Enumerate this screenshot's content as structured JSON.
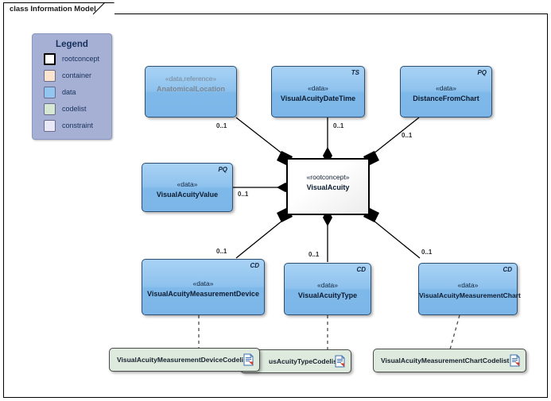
{
  "diagram": {
    "title": "class Information Model",
    "frame_border_color": "#000000",
    "background": "#ffffff"
  },
  "legend": {
    "title": "Legend",
    "background": "#a6b0d4",
    "items": [
      {
        "label": "rootconcept",
        "color": "#ffffff"
      },
      {
        "label": "container",
        "color": "#fae4d0"
      },
      {
        "label": "data",
        "color": "#92c5f0"
      },
      {
        "label": "codelist",
        "color": "#d5e8d4"
      },
      {
        "label": "constraint",
        "color": "#e8e8f8"
      }
    ]
  },
  "root_concept": {
    "stereotype": "«rootconcept»",
    "name": "VisualAcuity"
  },
  "classes": [
    {
      "id": "anatomical-location",
      "stereotype": "«data,reference»",
      "name": "AnatomicalLocation",
      "tag": "",
      "style": "reference"
    },
    {
      "id": "visual-acuity-date-time",
      "stereotype": "«data»",
      "name": "VisualAcuityDateTime",
      "tag": "TS",
      "style": "data"
    },
    {
      "id": "distance-from-chart",
      "stereotype": "«data»",
      "name": "DistanceFromChart",
      "tag": "PQ",
      "style": "data"
    },
    {
      "id": "visual-acuity-value",
      "stereotype": "«data»",
      "name": "VisualAcuityValue",
      "tag": "PQ",
      "style": "data"
    },
    {
      "id": "visual-acuity-measurement-device",
      "stereotype": "«data»",
      "name": "VisualAcuityMeasurementDevice",
      "tag": "CD",
      "style": "data"
    },
    {
      "id": "visual-acuity-type",
      "stereotype": "«data»",
      "name": "VisualAcuityType",
      "tag": "CD",
      "style": "data"
    },
    {
      "id": "visual-acuity-measurement-chart",
      "stereotype": "«data»",
      "name": "VisualAcuityMeasurementChart",
      "tag": "CD",
      "style": "data"
    }
  ],
  "codelists": [
    {
      "id": "visual-acuity-measurement-device-codelist",
      "name": "VisualAcuityMeasurementDeviceCodelist"
    },
    {
      "id": "visual-acuity-type-codelist",
      "name": "usAcuityTypeCodelist"
    },
    {
      "id": "visual-acuity-measurement-chart-codelist",
      "name": "VisualAcuityMeasurementChartCodelist"
    }
  ],
  "multiplicities": {
    "anatomical_location": "0..1",
    "visual_acuity_date_time": "0..1",
    "distance_from_chart": "0..1",
    "visual_acuity_value": "0..1",
    "visual_acuity_measurement_device": "0..1",
    "visual_acuity_type": "0..1",
    "visual_acuity_measurement_chart": "0..1"
  },
  "colors": {
    "data_fill": "#92c5f0",
    "codelist_fill": "#d5e8d4",
    "legend_fill": "#a6b0d4",
    "line": "#000000"
  }
}
